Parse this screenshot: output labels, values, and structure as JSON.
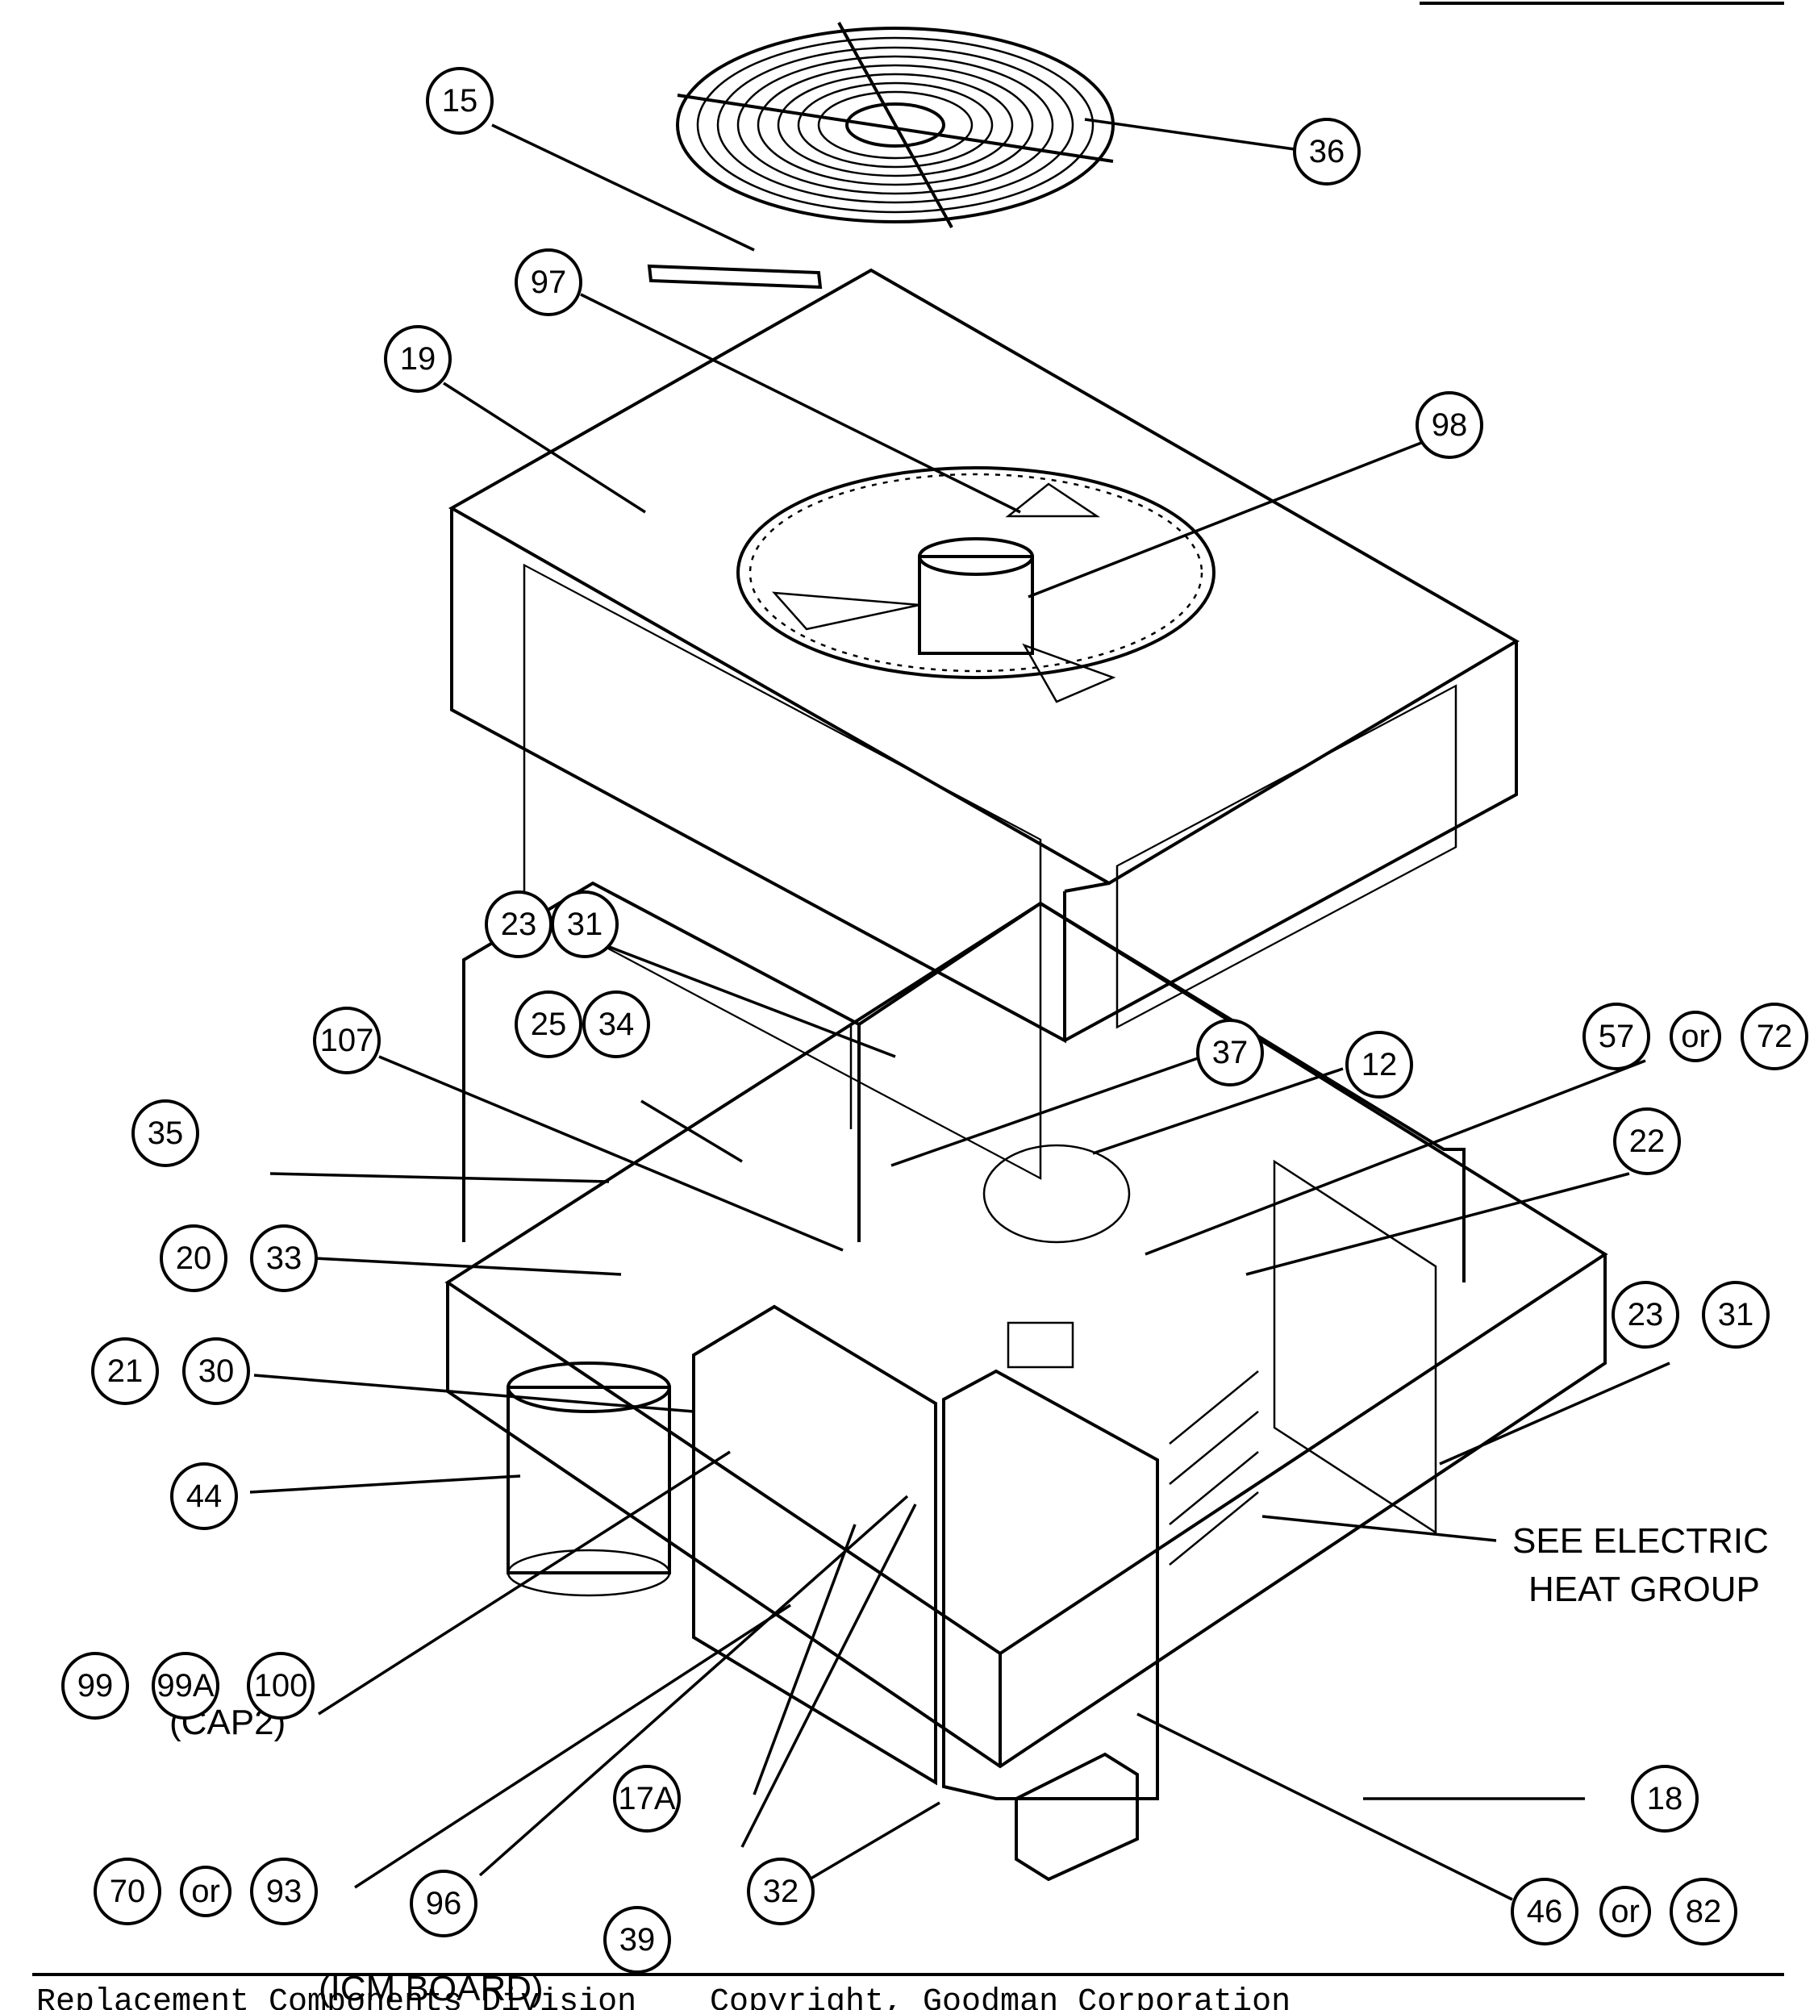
{
  "callouts": {
    "c15": "15",
    "c36": "36",
    "c97": "97",
    "c19": "19",
    "c98": "98",
    "c23a": "23",
    "c31a": "31",
    "c25": "25",
    "c34": "34",
    "c107": "107",
    "c37": "37",
    "c12": "12",
    "c57": "57",
    "or1": "or",
    "c72": "72",
    "c35": "35",
    "c22": "22",
    "c20": "20",
    "c33": "33",
    "c23b": "23",
    "c31b": "31",
    "c21": "21",
    "c30": "30",
    "c44": "44",
    "c99": "99",
    "c99a": "99A",
    "c100": "100",
    "c17a": "17A",
    "c18": "18",
    "c70": "70",
    "or2": "or",
    "c93": "93",
    "c96": "96",
    "c39": "39",
    "c32": "32",
    "c46": "46",
    "or3": "or",
    "c82": "82"
  },
  "labels": {
    "see_electric_1": "SEE ELECTRIC",
    "see_electric_2": "HEAT GROUP",
    "cap2": "(CAP2)",
    "icm_board": "(ICM BOARD)"
  },
  "footer": {
    "left": "Replacement Components Division",
    "right": "Copyright, Goodman Corporation"
  }
}
